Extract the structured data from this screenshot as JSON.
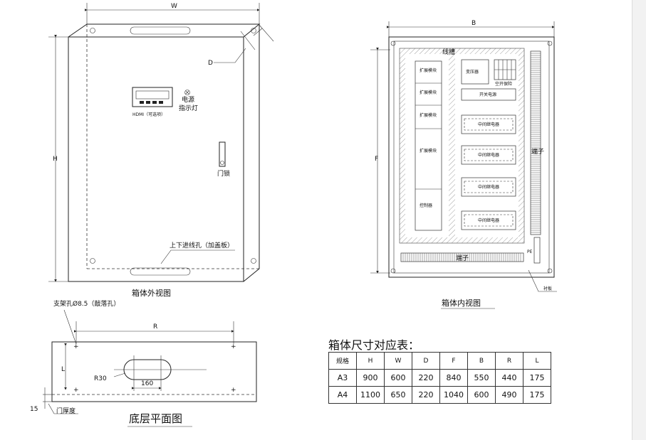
{
  "outer_view": {
    "dim_w": "W",
    "dim_h": "H",
    "dim_d": "D",
    "display_caption": "HDMI（可选项）",
    "power_led_label_1": "电源",
    "power_led_label_2": "指示灯",
    "door_lock_label": "门锁",
    "cable_hole_label": "上下进线孔（加盖板）",
    "caption_partial": "箱体外视图"
  },
  "inner_view": {
    "dim_b": "B",
    "dim_f": "F",
    "duct_label": "线槽",
    "modules": [
      "扩展模块",
      "扩展模块",
      "扩展模块",
      "扩展模块",
      "控制器"
    ],
    "transformer": "变压器",
    "breaker": "空开保险",
    "switch_power": "开关电源",
    "relay_label": "中间继电器",
    "terminal_right": "端子",
    "terminal_bottom": "端子",
    "pe_label": "PE",
    "backplate_label": "衬板",
    "caption": "箱体内视图"
  },
  "bottom_view": {
    "hole_label": "支架孔Ø8.5（敲落孔）",
    "dim_r": "R",
    "dim_l": "L",
    "slot_radius": "R30",
    "slot_length": "160",
    "door_thickness_value": "15",
    "door_thickness_label": "门厚度",
    "caption": "底层平面图"
  },
  "spec_table": {
    "title": "箱体尺寸对应表：",
    "headers": [
      "规格",
      "H",
      "W",
      "D",
      "F",
      "B",
      "R",
      "L"
    ],
    "rows": [
      [
        "A3",
        "900",
        "600",
        "220",
        "840",
        "550",
        "440",
        "175"
      ],
      [
        "A4",
        "1100",
        "650",
        "220",
        "1040",
        "600",
        "490",
        "175"
      ]
    ]
  }
}
